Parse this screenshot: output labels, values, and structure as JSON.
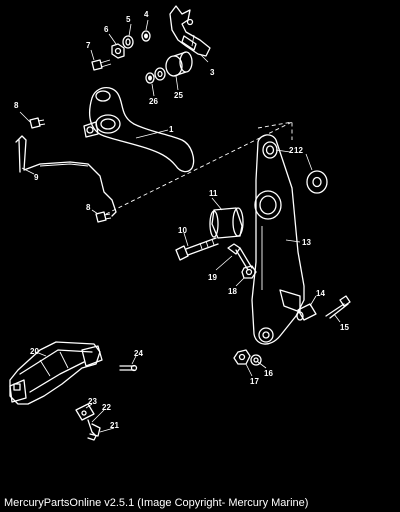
{
  "callouts": [
    "1",
    "2",
    "3",
    "4",
    "5",
    "6",
    "7",
    "8",
    "9",
    "10",
    "11",
    "12",
    "13",
    "14",
    "15",
    "16",
    "17",
    "18",
    "19",
    "20",
    "21",
    "22",
    "23",
    "24",
    "25",
    "26"
  ],
  "footer": {
    "text": "MercuryPartsOnline v2.5.1 (Image Copyright- Mercury Marine)"
  },
  "colors": {
    "background": "#000000",
    "line": "#ffffff"
  }
}
